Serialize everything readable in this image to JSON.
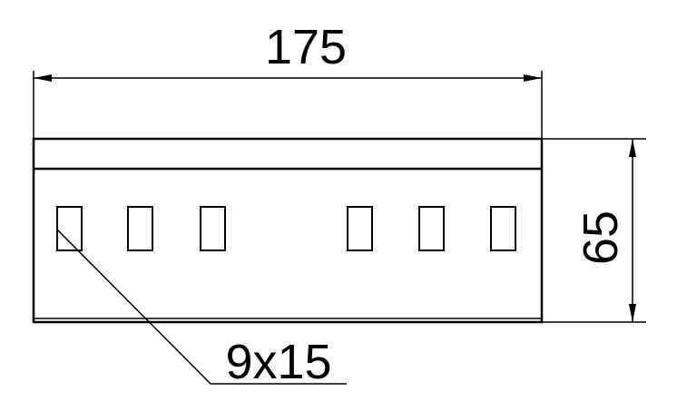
{
  "drawing": {
    "dimensions": {
      "length": "175",
      "height": "65",
      "slot_size": "9x15"
    },
    "slot_count": 6,
    "colors": {
      "line": "#000000",
      "background": "#ffffff"
    }
  }
}
